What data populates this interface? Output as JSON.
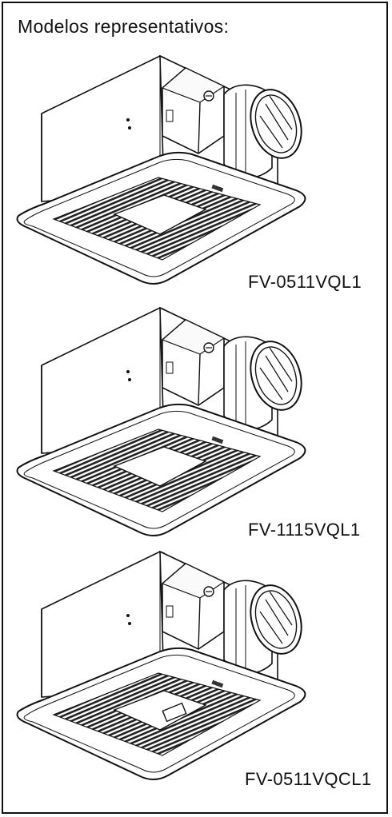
{
  "document": {
    "heading": "Modelos representativos:",
    "models": [
      {
        "label": "FV-0511VQL1"
      },
      {
        "label": "FV-1115VQL1"
      },
      {
        "label": "FV-0511VQCL1"
      }
    ]
  }
}
